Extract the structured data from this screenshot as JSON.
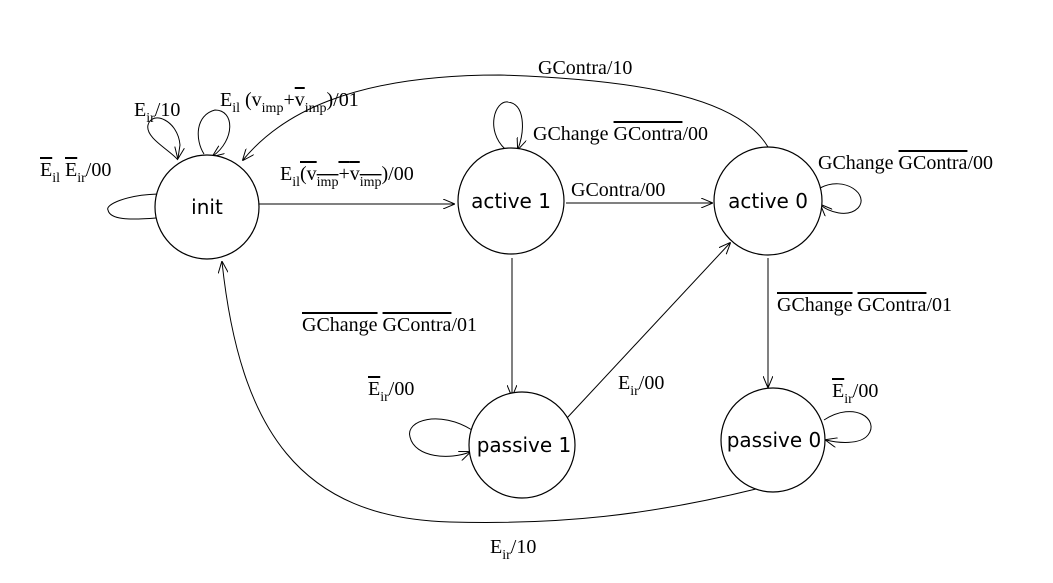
{
  "states": {
    "init": "init",
    "active1": "active 1",
    "active0": "active 0",
    "passive1": "passive 1",
    "passive0": "passive 0"
  },
  "labels": {
    "gcontra_10": "GContra/10",
    "init_self_a": {
      "base": "E",
      "sub": "ir",
      "rest": "/10"
    },
    "init_self_b": {
      "e": "E",
      "esub": "il",
      "p1": " (v",
      "s1": "imp",
      "plus": "+",
      "v2": "v",
      "s2": "imp",
      "tail": ")/01"
    },
    "init_self_c": {
      "e1": "E",
      "s1": "il",
      "e2": "E",
      "s2": "ir",
      "tail": "/00"
    },
    "init_to_active1": {
      "e": "E",
      "esub": "il",
      "p1": "(v",
      "s1": "imp",
      "plus": "+",
      "v2": "v",
      "s2": "imp",
      "tail": ")/00"
    },
    "active1_self": {
      "a": "GChange ",
      "b": "GContra",
      "tail": "/00"
    },
    "active1_to_active0": "GContra/00",
    "active0_self": {
      "a": "GChange ",
      "b": "GContra",
      "tail": "/00"
    },
    "active1_to_passive1": {
      "a": "GChange",
      "sp": " ",
      "b": "GContra",
      "tail": "/01"
    },
    "active0_to_passive0": {
      "a": "GChange",
      "sp": " ",
      "b": "GContra",
      "tail": "/01"
    },
    "passive1_self": {
      "e": "E",
      "sub": "ir",
      "tail": "/00"
    },
    "passive1_to_active0": {
      "e": "E",
      "sub": "ir",
      "tail": "/00"
    },
    "passive0_self": {
      "e": "E",
      "sub": "ir",
      "tail": "/00"
    },
    "passive0_to_init": {
      "e": "E",
      "sub": "ir",
      "tail": "/10"
    }
  }
}
